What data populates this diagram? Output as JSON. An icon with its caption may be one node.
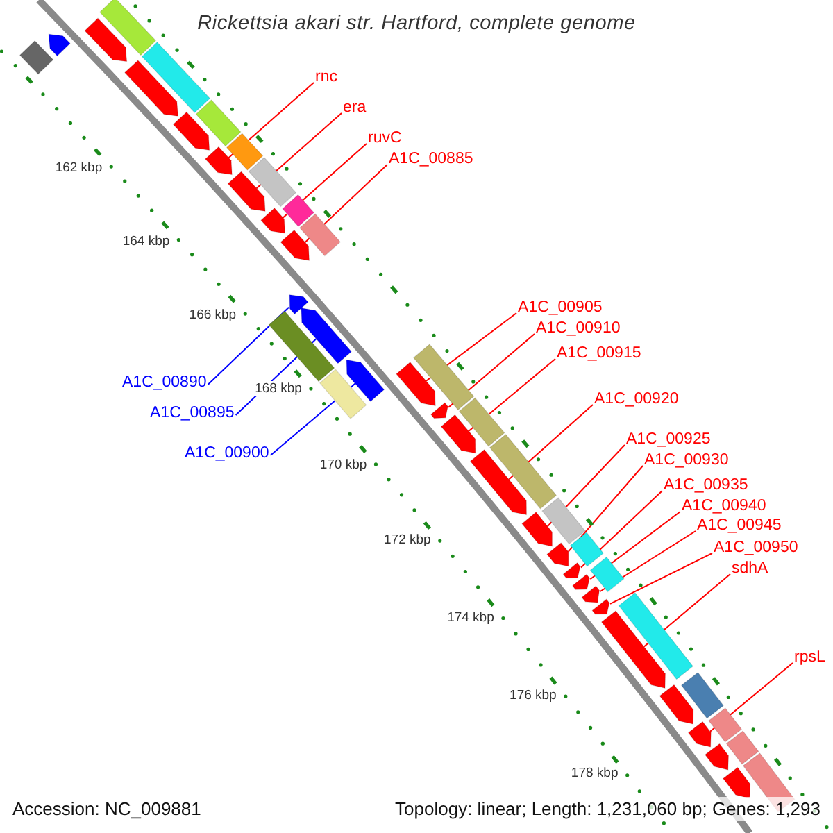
{
  "diagram": {
    "title": "Rickettsia akari str. Hartford, complete genome",
    "nodes": [
      {
        "text": [
          "rnc"
        ]
      },
      {
        "text": [
          "era"
        ]
      },
      {
        "text": [
          "ruvC"
        ]
      },
      {
        "text": [
          "A1C_00885"
        ]
      },
      {
        "text": [
          "A1C_00890"
        ]
      },
      {
        "text": [
          "A1C_00895"
        ]
      },
      {
        "text": [
          "A1C_00900"
        ]
      },
      {
        "text": [
          "A1C_00905"
        ]
      },
      {
        "text": [
          "A1C_00910"
        ]
      },
      {
        "text": [
          "A1C_00915"
        ]
      },
      {
        "text": [
          "A1C_00920"
        ]
      },
      {
        "text": [
          "A1C_00925"
        ]
      },
      {
        "text": [
          "A1C_00930"
        ]
      },
      {
        "text": [
          "A1C_00935"
        ]
      },
      {
        "text": [
          "A1C_00940"
        ]
      },
      {
        "text": [
          "A1C_00945"
        ]
      },
      {
        "text": [
          "A1C_00950"
        ]
      },
      {
        "text": [
          "sdhA"
        ]
      },
      {
        "text": [
          "rpsL"
        ]
      },
      {
        "text": [],
        "shape": "arrow"
      },
      {
        "text": [],
        "shape": "arrow"
      },
      {
        "text": [],
        "shape": "arrow"
      },
      {
        "text": [],
        "shape": "arrow"
      },
      {
        "text": [],
        "shape": "arrow"
      },
      {
        "text": [],
        "shape": "arrow"
      },
      {
        "text": [],
        "shape": "arrow"
      },
      {
        "text": [],
        "shape": "arrow"
      },
      {
        "text": [],
        "shape": "arrow"
      },
      {
        "text": [],
        "shape": "arrow"
      },
      {
        "text": [],
        "shape": "arrow"
      },
      {
        "text": [],
        "shape": "arrow"
      },
      {
        "text": [],
        "shape": "arrow"
      },
      {
        "text": [],
        "shape": "arrow"
      },
      {
        "text": [],
        "shape": "arrow"
      },
      {
        "text": [],
        "shape": "arrow"
      },
      {
        "text": [],
        "shape": "arrow"
      },
      {
        "text": [],
        "shape": "arrow"
      },
      {
        "text": [],
        "shape": "arrow"
      },
      {
        "text": [],
        "shape": "arrow"
      },
      {
        "text": [],
        "shape": "arrow"
      },
      {
        "text": [],
        "shape": "arrow"
      },
      {
        "text": [],
        "shape": "arrow"
      },
      {
        "text": [],
        "shape": "arrow"
      },
      {
        "text": [],
        "shape": "arrow"
      },
      {
        "text": [],
        "shape": "arrow"
      }
    ],
    "edges": [
      {
        "from": 0,
        "to": 19,
        "arrow": "none"
      },
      {
        "from": 1,
        "to": 20,
        "arrow": "none"
      },
      {
        "from": 2,
        "to": 21,
        "arrow": "none"
      },
      {
        "from": 3,
        "to": 22,
        "arrow": "none"
      },
      {
        "from": 4,
        "to": 23,
        "arrow": "none",
        "color": "#0000ff"
      },
      {
        "from": 5,
        "to": 24,
        "arrow": "none",
        "color": "#0000ff"
      },
      {
        "from": 6,
        "to": 25,
        "arrow": "none",
        "color": "#0000ff"
      },
      {
        "from": 7,
        "to": 26,
        "arrow": "none"
      },
      {
        "from": 8,
        "to": 27,
        "arrow": "none"
      },
      {
        "from": 9,
        "to": 28,
        "arrow": "none"
      },
      {
        "from": 10,
        "to": 29,
        "arrow": "none"
      },
      {
        "from": 11,
        "to": 30,
        "arrow": "none"
      },
      {
        "from": 12,
        "to": 31,
        "arrow": "none"
      },
      {
        "from": 13,
        "to": 32,
        "arrow": "none"
      },
      {
        "from": 14,
        "to": 33,
        "arrow": "none"
      },
      {
        "from": 15,
        "to": 34,
        "arrow": "none"
      },
      {
        "from": 16,
        "to": 35,
        "arrow": "none"
      },
      {
        "from": 17,
        "to": 36,
        "arrow": "none"
      },
      {
        "from": 18,
        "to": 37,
        "arrow": "none"
      }
    ],
    "labels": [
      "162 kbp",
      "164 kbp",
      "166 kbp",
      "168 kbp",
      "170 kbp",
      "172 kbp",
      "174 kbp",
      "176 kbp",
      "178 kbp",
      "Accession: NC_009881",
      "Topology: linear; Length: 1,231,060 bp; Genes: 1,293"
    ]
  }
}
